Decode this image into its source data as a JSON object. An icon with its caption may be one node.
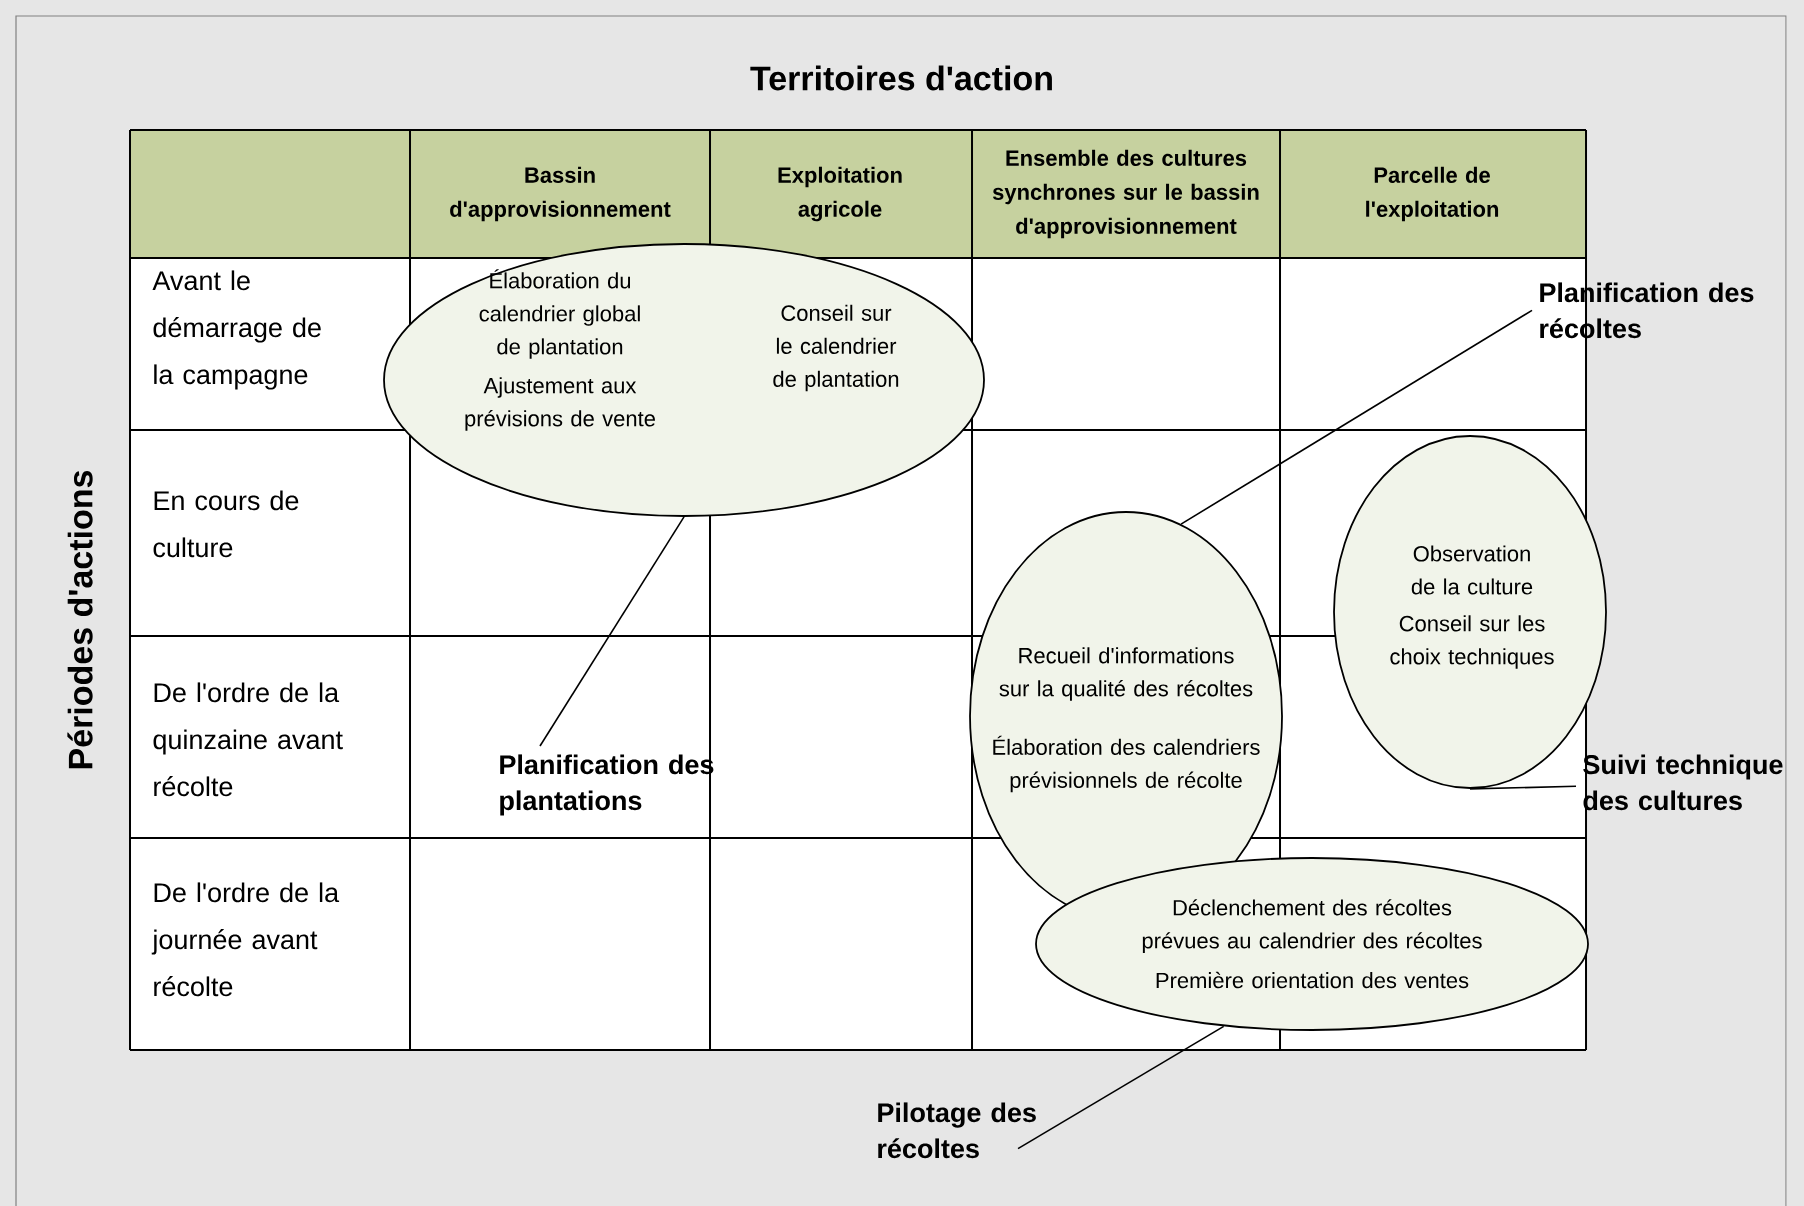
{
  "diagram": {
    "title": "Territoires d'action",
    "nodes": [
      {
        "text": [
          "Élaboration du calendrier global de plantation",
          "Ajustement aux prévisions de vente",
          "Conseil sur le calendrier de plantation"
        ]
      },
      {
        "text": [
          "Planification des plantations"
        ]
      },
      {
        "text": [
          "Recueil d'informations sur la qualité des récoltes",
          "Élaboration des calendriers prévisionnels de récolte"
        ]
      },
      {
        "text": [
          "Planification des récoltes"
        ]
      },
      {
        "text": [
          "Observation de la culture",
          "Conseil sur les choix techniques"
        ]
      },
      {
        "text": [
          "Suivi technique des cultures"
        ]
      },
      {
        "text": [
          "Déclenchement des récoltes prévues au calendrier des récoltes",
          "Première orientation des ventes"
        ]
      },
      {
        "text": [
          "Pilotage des récoltes"
        ]
      }
    ],
    "edges": [
      {
        "from": 1,
        "to": 0,
        "arrow": "none"
      },
      {
        "from": 3,
        "to": 2,
        "arrow": "none"
      },
      {
        "from": 5,
        "to": 4,
        "arrow": "none"
      },
      {
        "from": 7,
        "to": 6,
        "arrow": "none"
      }
    ],
    "labels": [
      "Bassin d'approvisionnement",
      "Exploitation agricole",
      "Ensemble des cultures synchrones sur le bassin d'approvisionnement",
      "Parcelle de l'exploitation",
      "Avant le démarrage de la campagne",
      "En cours de culture",
      "De l'ordre de la quinzaine avant récolte",
      "De l'ordre de la journée avant récolte",
      "Périodes d'actions"
    ]
  }
}
